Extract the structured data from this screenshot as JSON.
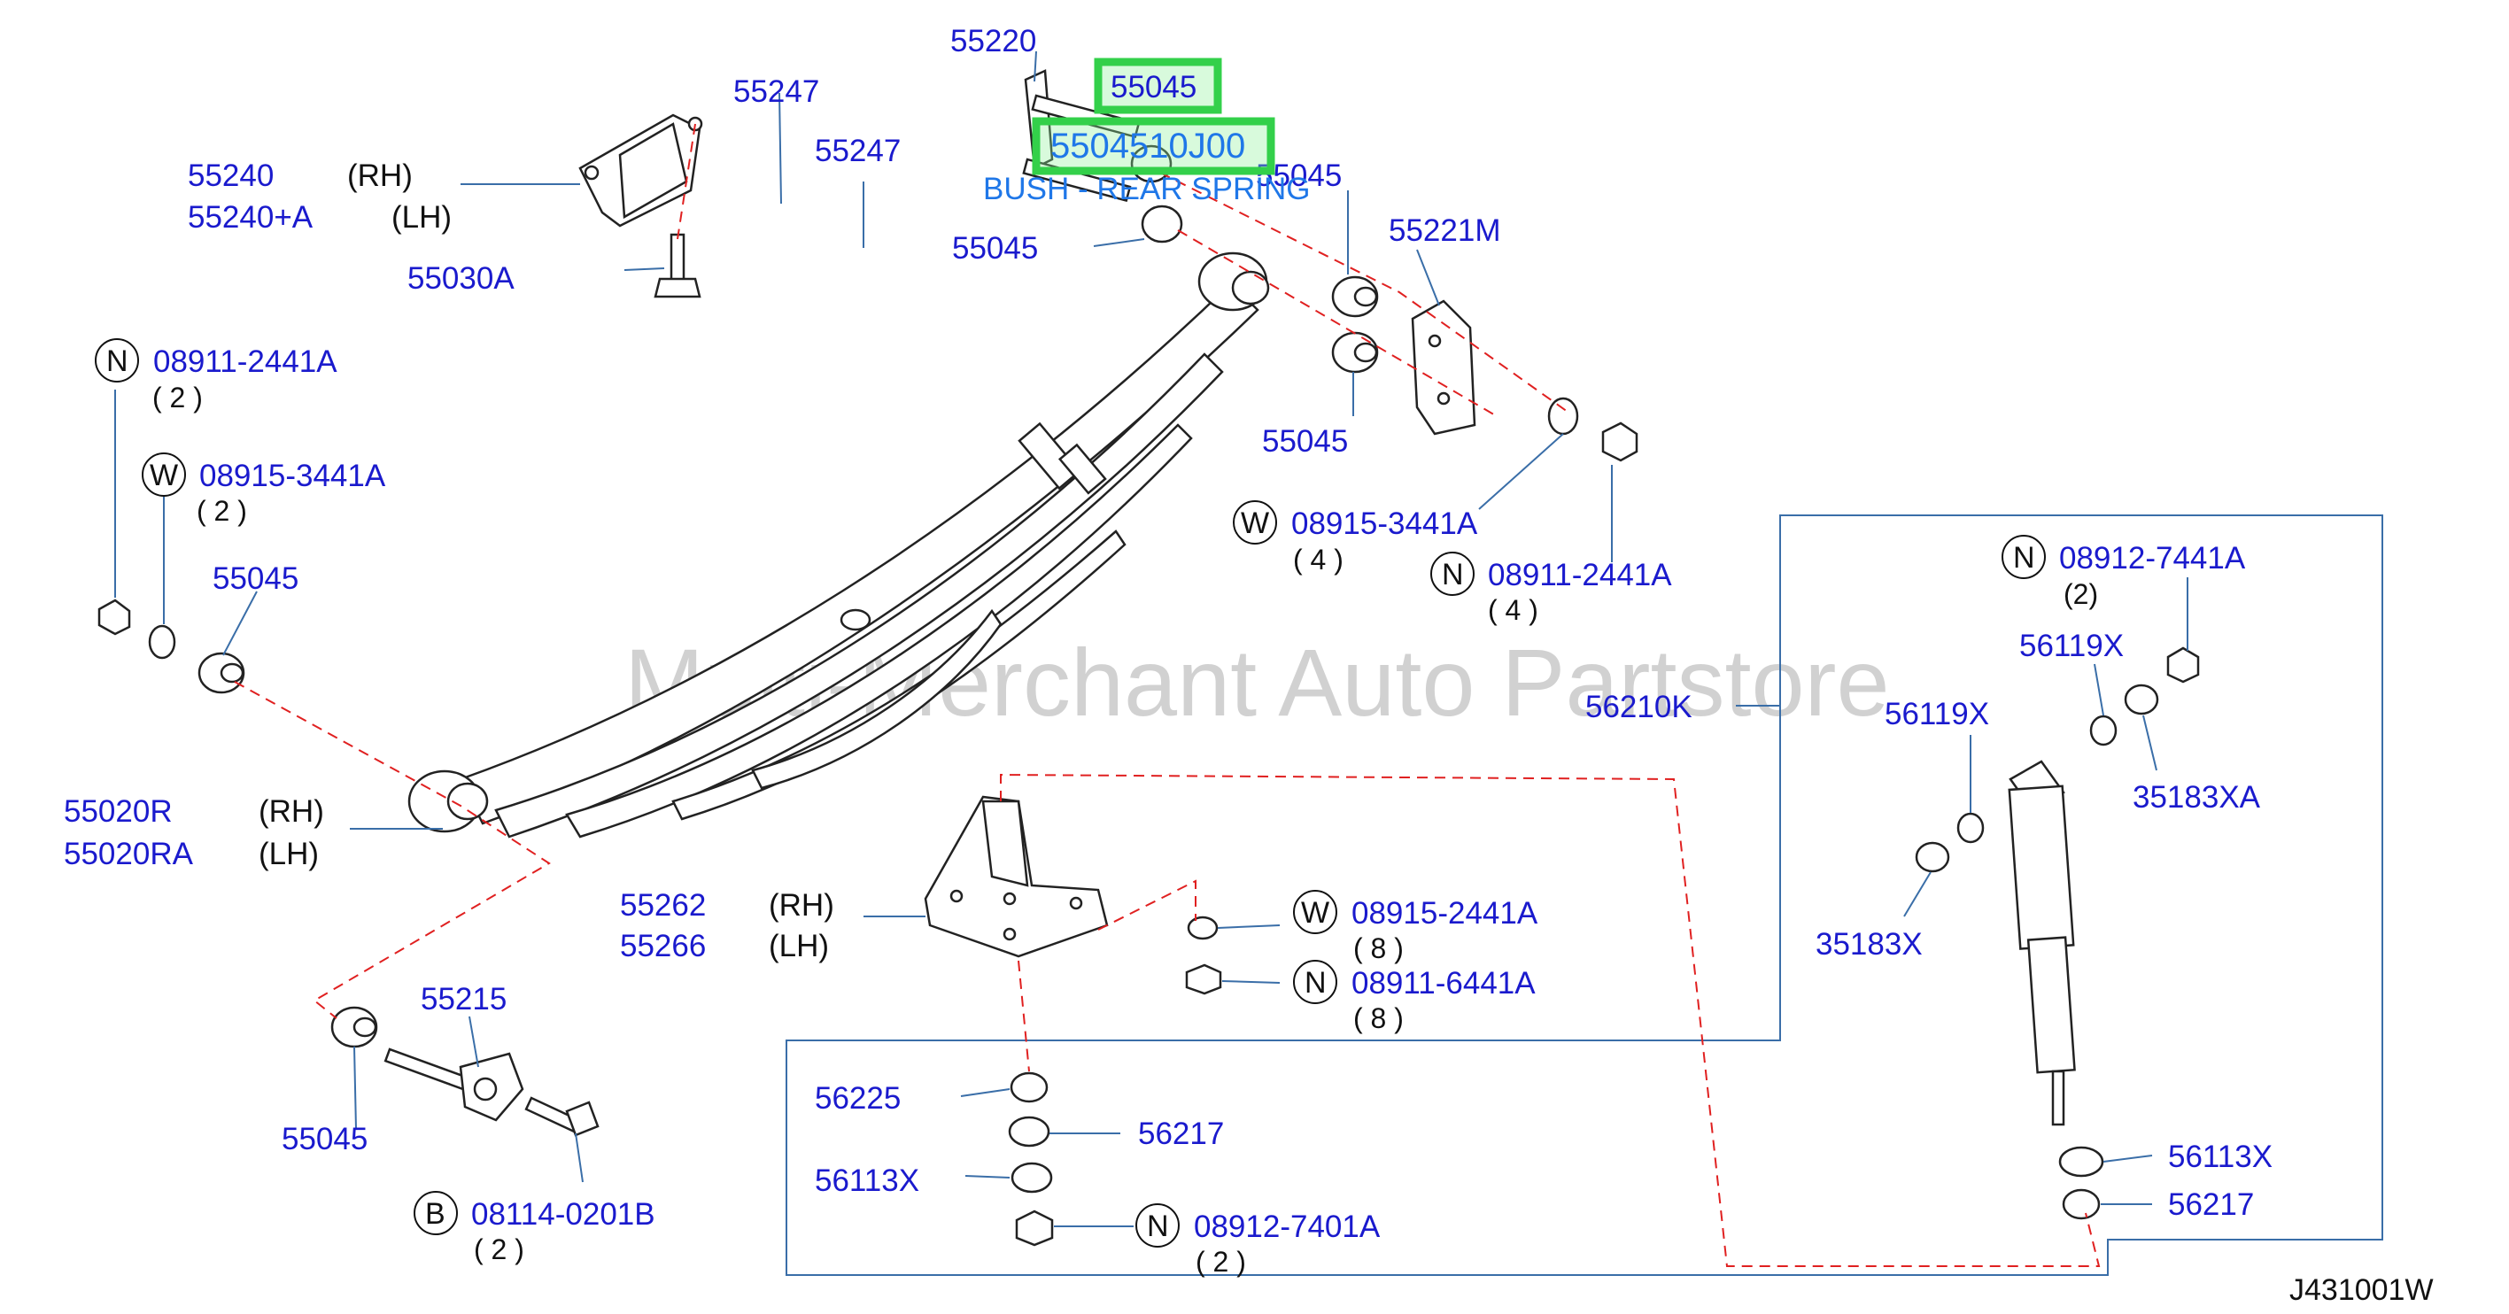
{
  "diagram_code": "J431001W",
  "watermark": "Multi-Merchant Auto Partstore",
  "annotation": {
    "part_code": "5504510J00",
    "description": "BUSH - REAR SPRING"
  },
  "labels": {
    "p55220": "55220",
    "p55045_top": "55045",
    "p55247_a": "55247",
    "p55247_b": "55247",
    "p55240": "55240",
    "p55240_rh": "(RH)",
    "p55240a": "55240+A",
    "p55240a_lh": "(LH)",
    "p55030a": "55030A",
    "p55045_mid": "55045",
    "p55045_right": "55045",
    "p55221m": "55221M",
    "p55045_right_low": "55045",
    "n_08911_2441a": "08911-2441A",
    "n_08911_2441a_qty": "( 2 )",
    "w_08915_3441a": "08915-3441A",
    "w_08915_3441a_qty": "( 2 )",
    "p55045_left": "55045",
    "w_08915_3441a_r": "08915-3441A",
    "w_08915_3441a_r_qty": "( 4 )",
    "n_08911_2441a_r": "08911-2441A",
    "n_08911_2441a_r_qty": "( 4 )",
    "n_08912_7441a": "08912-7441A",
    "n_08912_7441a_qty": "(2)",
    "p56119x_a": "56119X",
    "p56119x_b": "56119X",
    "p35183xa": "35183XA",
    "p35183x": "35183X",
    "p56210k": "56210K",
    "p55020r": "55020R",
    "p55020r_rh": "(RH)",
    "p55020ra": "55020RA",
    "p55020ra_lh": "(LH)",
    "p55262": "55262",
    "p55262_rh": "(RH)",
    "p55266": "55266",
    "p55266_lh": "(LH)",
    "w_08915_2441a": "08915-2441A",
    "w_08915_2441a_qty": "( 8 )",
    "n_08911_6441a": "08911-6441A",
    "n_08911_6441a_qty": "( 8 )",
    "p55215": "55215",
    "p55045_bottom": "55045",
    "b_08114_0201b": "08114-0201B",
    "b_08114_0201b_qty": "( 2 )",
    "p56225": "56225",
    "p56217_a": "56217",
    "p56113x_a": "56113X",
    "n_08912_7401a": "08912-7401A",
    "n_08912_7401a_qty": "( 2 )",
    "p56113x_b": "56113X",
    "p56217_b": "56217"
  },
  "circle_codes": {
    "n": "N",
    "w": "W",
    "b": "B"
  }
}
